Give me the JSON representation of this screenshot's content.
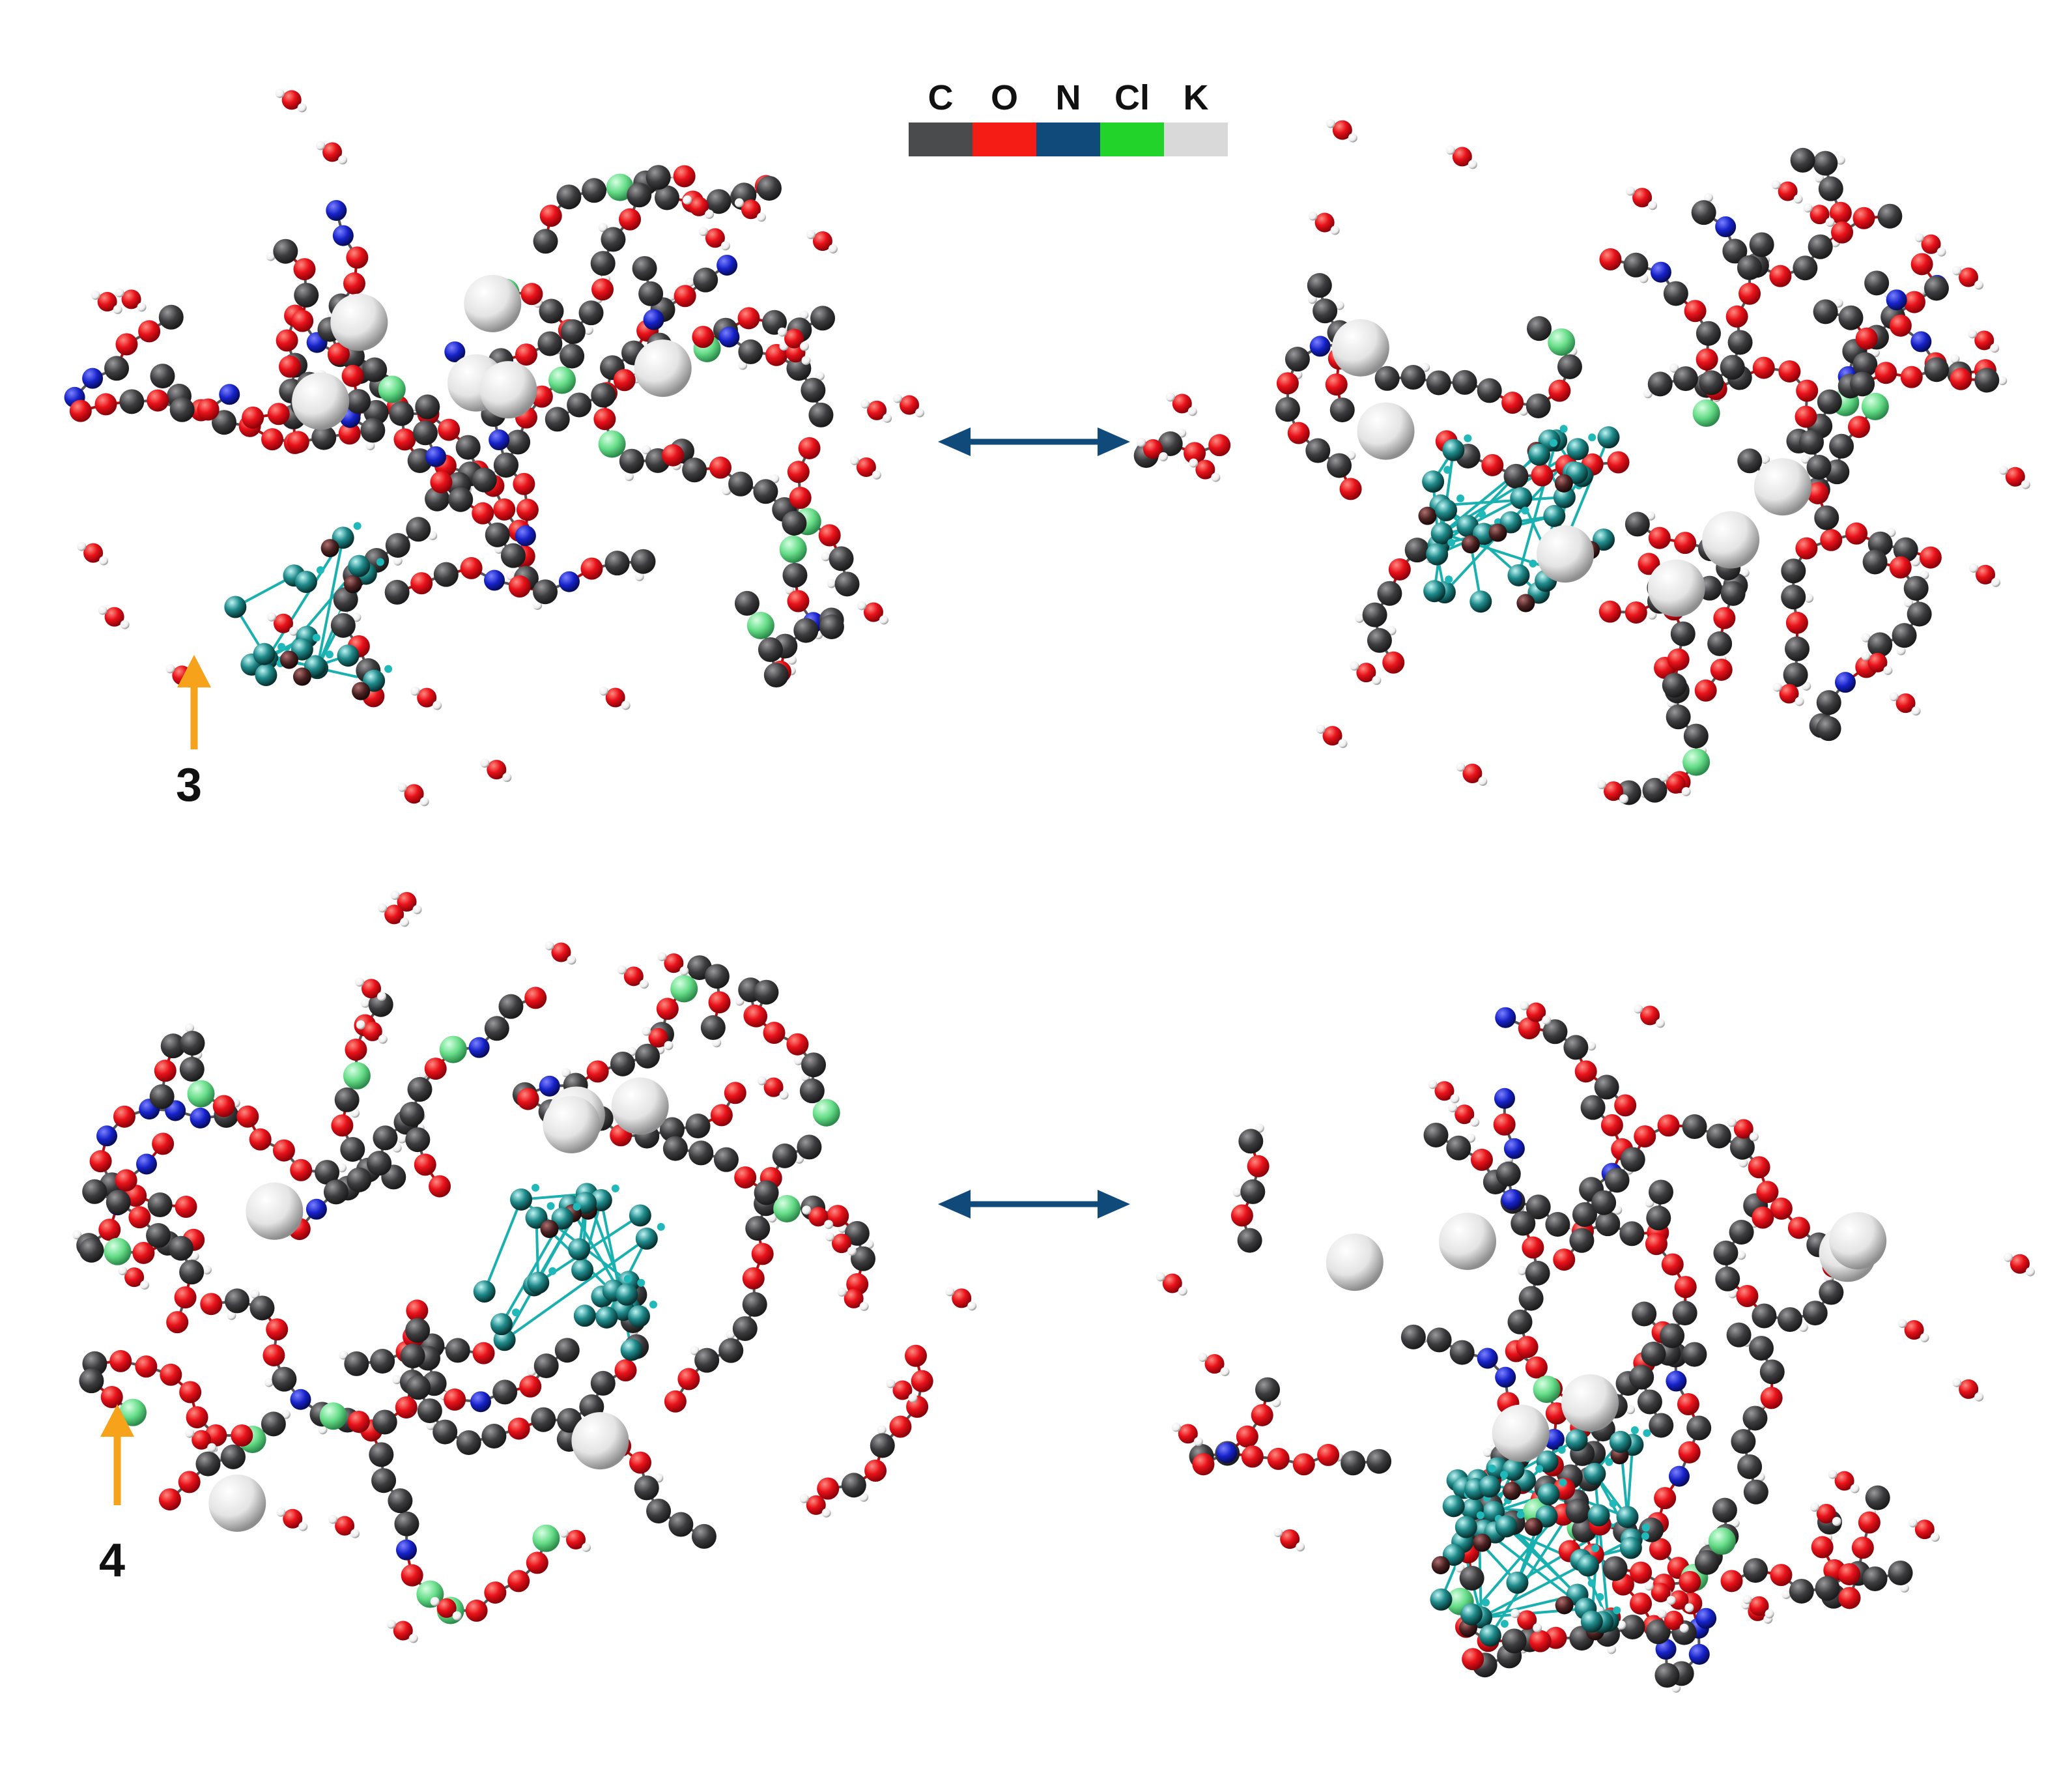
{
  "legend": {
    "items": [
      {
        "label": "C",
        "color": "#4a4b4d"
      },
      {
        "label": "O",
        "color": "#f41c14"
      },
      {
        "label": "N",
        "color": "#0f4a7a"
      },
      {
        "label": "Cl",
        "color": "#22d42a"
      },
      {
        "label": "K",
        "color": "#d9d9d9"
      }
    ]
  },
  "markers": [
    {
      "label": "3"
    },
    {
      "label": "4"
    }
  ],
  "colors": {
    "carbon": "#3c3c3e",
    "oxygen": "#e8121a",
    "nitrogen": "#1622c8",
    "chlorine": "#66dd88",
    "potassium": "#e4e4e4",
    "hydrogen": "#f2f2f2",
    "ligand_carbon": "#1f8a8a",
    "ligand_bond": "#1bb0b0",
    "arrow_double": "#0f4a7a",
    "arrow_marker": "#f7a21b"
  }
}
